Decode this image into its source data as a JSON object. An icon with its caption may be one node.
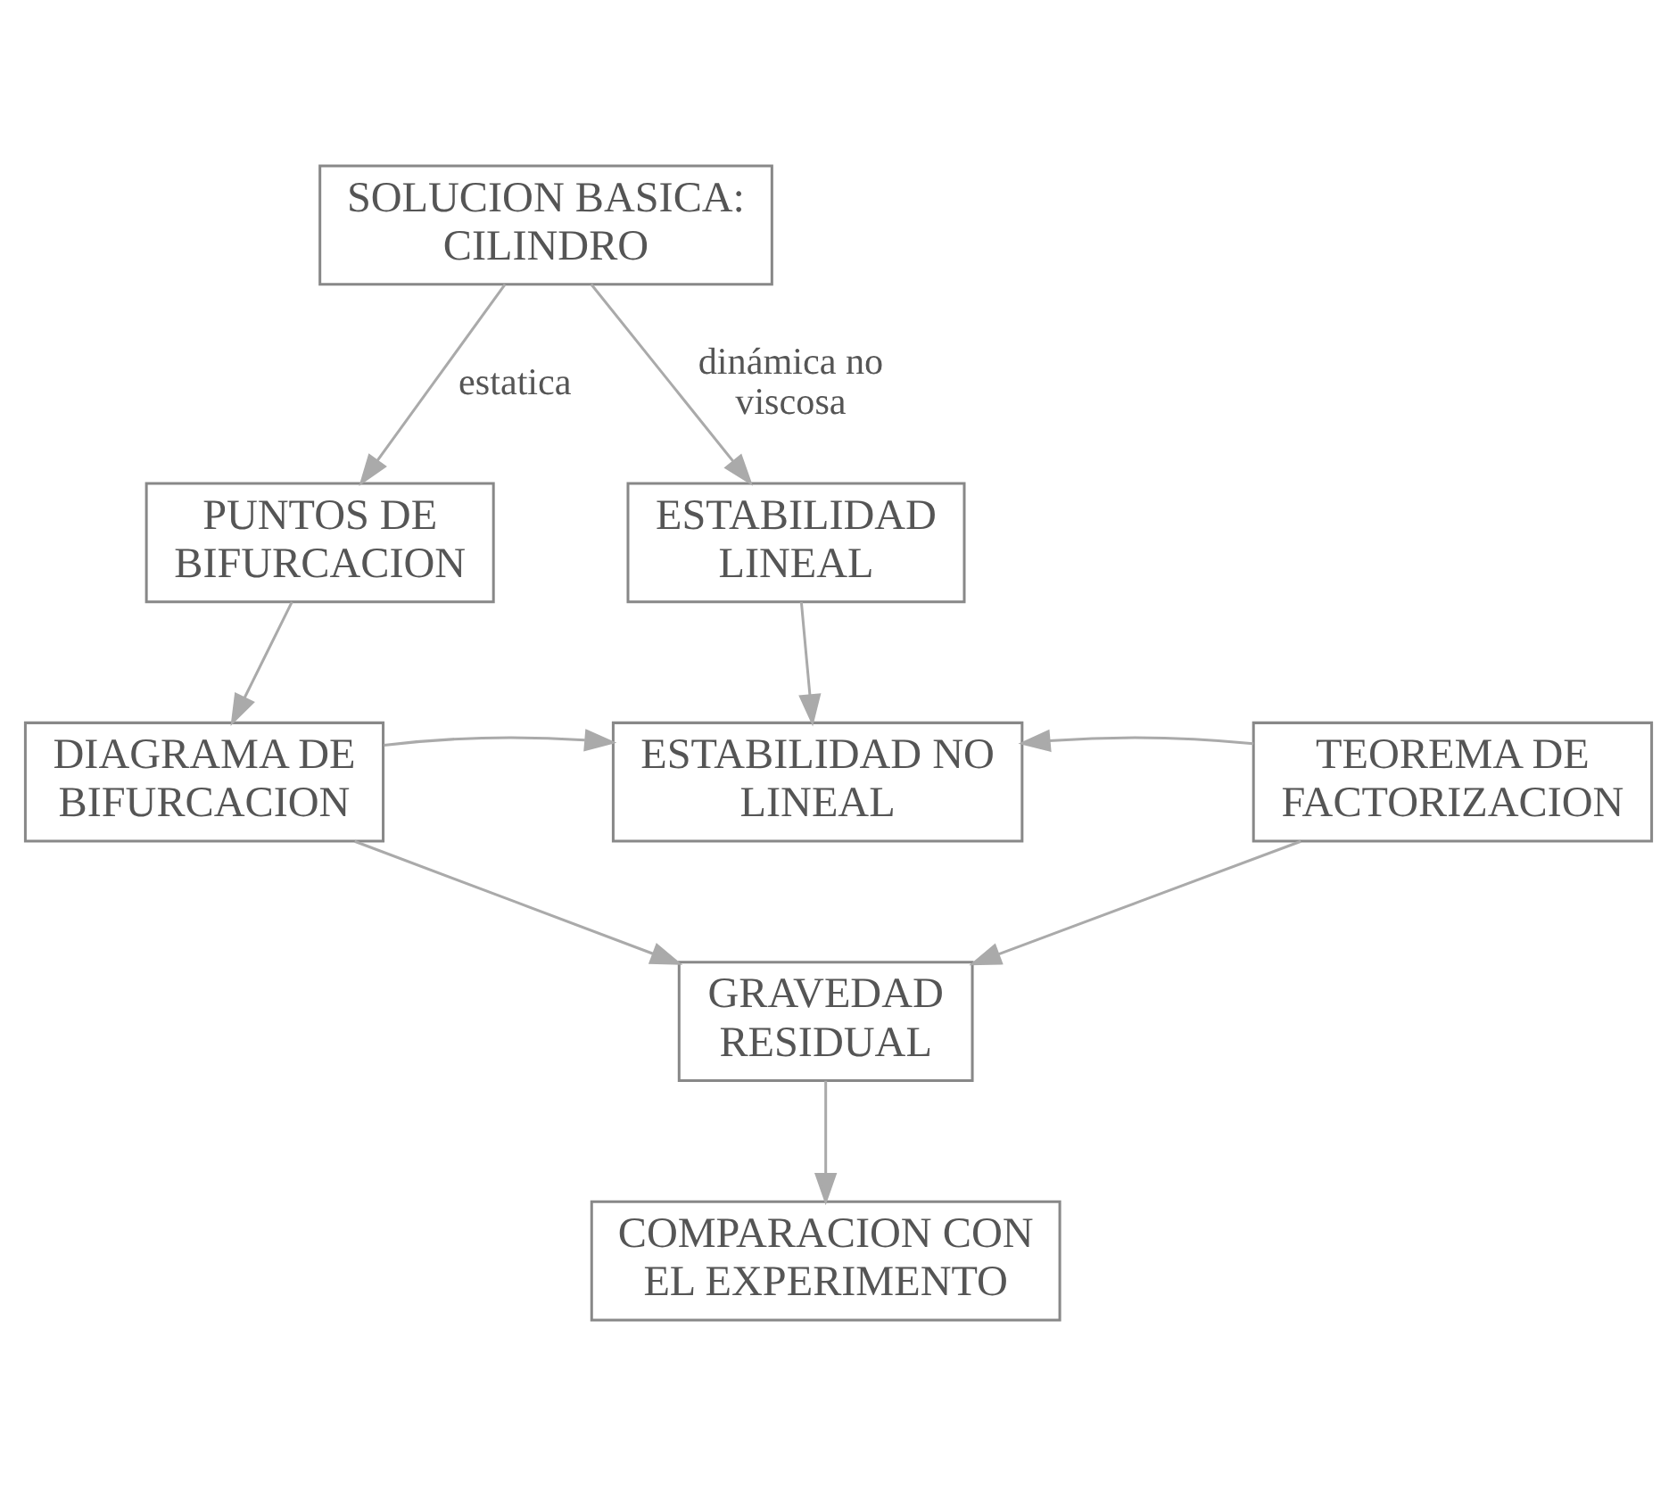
{
  "diagram": {
    "nodes": [
      {
        "text": [
          "SOLUCION BASICA: CILINDRO"
        ]
      },
      {
        "text": [
          "PUNTOS DE BIFURCACION"
        ]
      },
      {
        "text": [
          "ESTABILIDAD LINEAL"
        ]
      },
      {
        "text": [
          "DIAGRAMA DE BIFURCACION"
        ]
      },
      {
        "text": [
          "ESTABILIDAD NO LINEAL"
        ]
      },
      {
        "text": [
          "TEOREMA DE FACTORIZACION"
        ]
      },
      {
        "text": [
          "GRAVEDAD RESIDUAL"
        ]
      },
      {
        "text": [
          "COMPARACION CON EL EXPERIMENTO"
        ]
      }
    ],
    "edges": [
      {
        "from": 0,
        "to": 1,
        "arrow": "to",
        "label": "estatica"
      },
      {
        "from": 0,
        "to": 2,
        "arrow": "to",
        "label": "dinámica no viscosa"
      },
      {
        "from": 1,
        "to": 3,
        "arrow": "to"
      },
      {
        "from": 2,
        "to": 4,
        "arrow": "to"
      },
      {
        "from": 3,
        "to": 4,
        "arrow": "to"
      },
      {
        "from": 5,
        "to": 4,
        "arrow": "to"
      },
      {
        "from": 3,
        "to": 6,
        "arrow": "to"
      },
      {
        "from": 5,
        "to": 6,
        "arrow": "to"
      },
      {
        "from": 6,
        "to": 7,
        "arrow": "to"
      }
    ]
  }
}
